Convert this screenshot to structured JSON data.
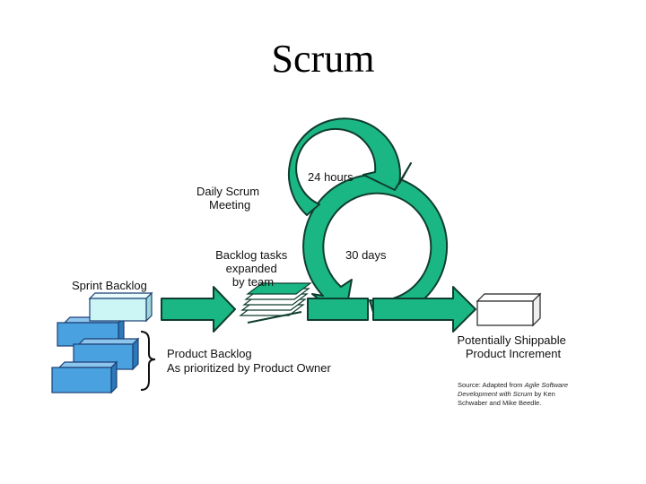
{
  "slide": {
    "title": "Scrum"
  },
  "labels": {
    "daily_scrum": [
      "Daily Scrum",
      "Meeting"
    ],
    "hours": "24 hours",
    "days": "30 days",
    "backlog_tasks": [
      "Backlog tasks",
      "expanded",
      "by team"
    ],
    "sprint_backlog": "Sprint Backlog",
    "product_backlog": [
      "Product Backlog",
      "As prioritized by Product Owner"
    ],
    "increment": [
      "Potentially Shippable",
      "Product Increment"
    ]
  },
  "source": {
    "line1_prefix": "Source: Adapted from ",
    "line1_italic": "Agile Software",
    "line2_italic": "Development with Scrum",
    "line2_suffix": " by Ken",
    "line3": "Schwaber and Mike Beedle."
  },
  "colors": {
    "arrow_fill": "#1ab784",
    "arrow_stroke": "#0f3d2e",
    "product_box": "#4aa1df",
    "sprint_box": "#ccf5f5",
    "increment_box": "#ffffff"
  }
}
